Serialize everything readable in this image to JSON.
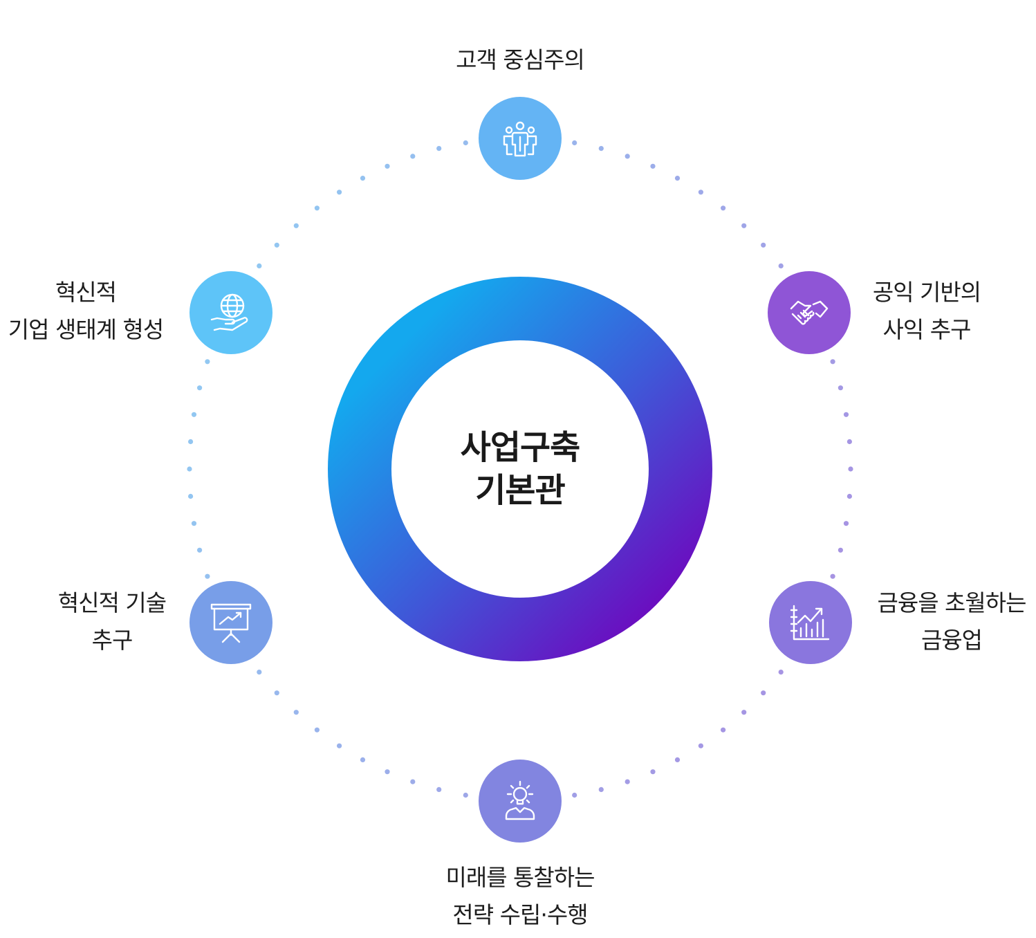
{
  "center": {
    "line1": "사업구축",
    "line2": "기본관"
  },
  "colors": {
    "ring_start": "#14a8ee",
    "ring_end": "#6a0fc0",
    "dot_start": "#8fd0f4",
    "dot_end": "#a98be0"
  },
  "values": [
    {
      "id": "customer",
      "icon": "people-icon",
      "color": "#64b4f4",
      "lines": [
        "고객 중심주의"
      ]
    },
    {
      "id": "public",
      "icon": "handshake-icon",
      "color": "#8f55d6",
      "lines": [
        "공익 기반의",
        "사익 추구"
      ]
    },
    {
      "id": "finance",
      "icon": "growth-chart-icon",
      "color": "#8a76de",
      "lines": [
        "금융을 초월하는",
        "금융업"
      ]
    },
    {
      "id": "strategy",
      "icon": "idea-person-icon",
      "color": "#8285e0",
      "lines": [
        "미래를 통찰하는",
        "전략 수립·수행"
      ]
    },
    {
      "id": "tech",
      "icon": "presentation-icon",
      "color": "#789ee8",
      "lines": [
        "혁신적 기술",
        "추구"
      ]
    },
    {
      "id": "ecosystem",
      "icon": "globe-hand-icon",
      "color": "#5ec4f8",
      "lines": [
        "혁신적",
        "기업 생태계 형성"
      ]
    }
  ]
}
